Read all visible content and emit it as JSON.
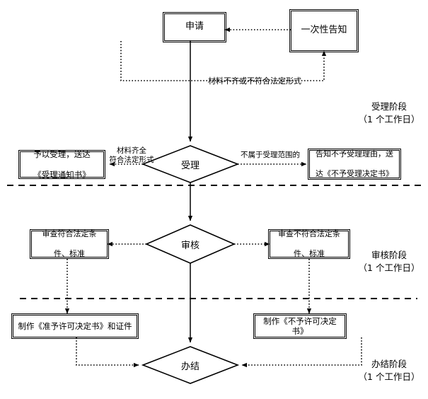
{
  "chart_data": {
    "type": "diagram",
    "title": "行政许可办理流程图",
    "nodes": [
      {
        "id": "apply",
        "shape": "rect",
        "label": "申请"
      },
      {
        "id": "onetime",
        "shape": "rect",
        "label": "一次性告知"
      },
      {
        "id": "accept_left",
        "shape": "rect",
        "label": "予以受理，送达\n《受理通知书》"
      },
      {
        "id": "accept",
        "shape": "diamond",
        "label": "受理"
      },
      {
        "id": "reject_right",
        "shape": "rect",
        "label": "告知不予受理理由，送\n达《不予受理决定书》"
      },
      {
        "id": "review_left",
        "shape": "rect",
        "label": "审查符合法定条\n件、标准"
      },
      {
        "id": "review",
        "shape": "diamond",
        "label": "审核"
      },
      {
        "id": "review_right",
        "shape": "rect",
        "label": "审查不符合法定条\n件、标准"
      },
      {
        "id": "permit_yes",
        "shape": "rect",
        "label": "制作《准予许可决定书》和证件"
      },
      {
        "id": "permit_no",
        "shape": "rect",
        "label": "制作《不予许可决定书》"
      },
      {
        "id": "done",
        "shape": "diamond",
        "label": "办结"
      }
    ],
    "edge_labels": [
      {
        "id": "e-material-bad",
        "text": "材料不齐或不符合法定形式"
      },
      {
        "id": "e-material-ok",
        "text": "材料齐全\n符合法定形式"
      },
      {
        "id": "e-out-of-scope",
        "text": "不属于受理范围的"
      }
    ],
    "stages": [
      {
        "id": "stage-accept",
        "name": "受理阶段",
        "duration": "（1 个工作日）"
      },
      {
        "id": "stage-review",
        "name": "审核阶段",
        "duration": "（1 个工作日）"
      },
      {
        "id": "stage-done",
        "name": "办结阶段",
        "duration": "（1 个工作日）"
      }
    ],
    "dividers": 2,
    "colors": {
      "stroke": "#000000",
      "background": "#ffffff",
      "text": "#000000"
    }
  },
  "nodes": {
    "apply": {
      "label": "申请"
    },
    "onetime": {
      "label": "一次性告知"
    },
    "accept_left": {
      "line1": "予以受理，送达",
      "line2": "《受理通知书》"
    },
    "accept": {
      "label": "受理"
    },
    "reject_right": {
      "line1": "告知不予受理理由，送",
      "line2": "达《不予受理决定书》"
    },
    "review_left": {
      "line1": "审查符合法定条",
      "line2": "件、标准"
    },
    "review": {
      "label": "审核"
    },
    "review_right": {
      "line1": "审查不符合法定条",
      "line2": "件、标准"
    },
    "permit_yes": {
      "label": "制作《准予许可决定书》和证件"
    },
    "permit_no": {
      "label": "制作《不予许可决定书》"
    },
    "done": {
      "label": "办结"
    }
  },
  "edges": {
    "material_bad": "材料不齐或不符合法定形式",
    "material_ok_l1": "材料齐全",
    "material_ok_l2": "符合法定形式",
    "out_of_scope": "不属于受理范围的"
  },
  "stages": {
    "accept": {
      "name": "受理阶段",
      "duration": "（1 个工作日）"
    },
    "review": {
      "name": "审核阶段",
      "duration": "（1 个工作日）"
    },
    "done": {
      "name": "办结阶段",
      "duration": "（1 个工作日）"
    }
  }
}
